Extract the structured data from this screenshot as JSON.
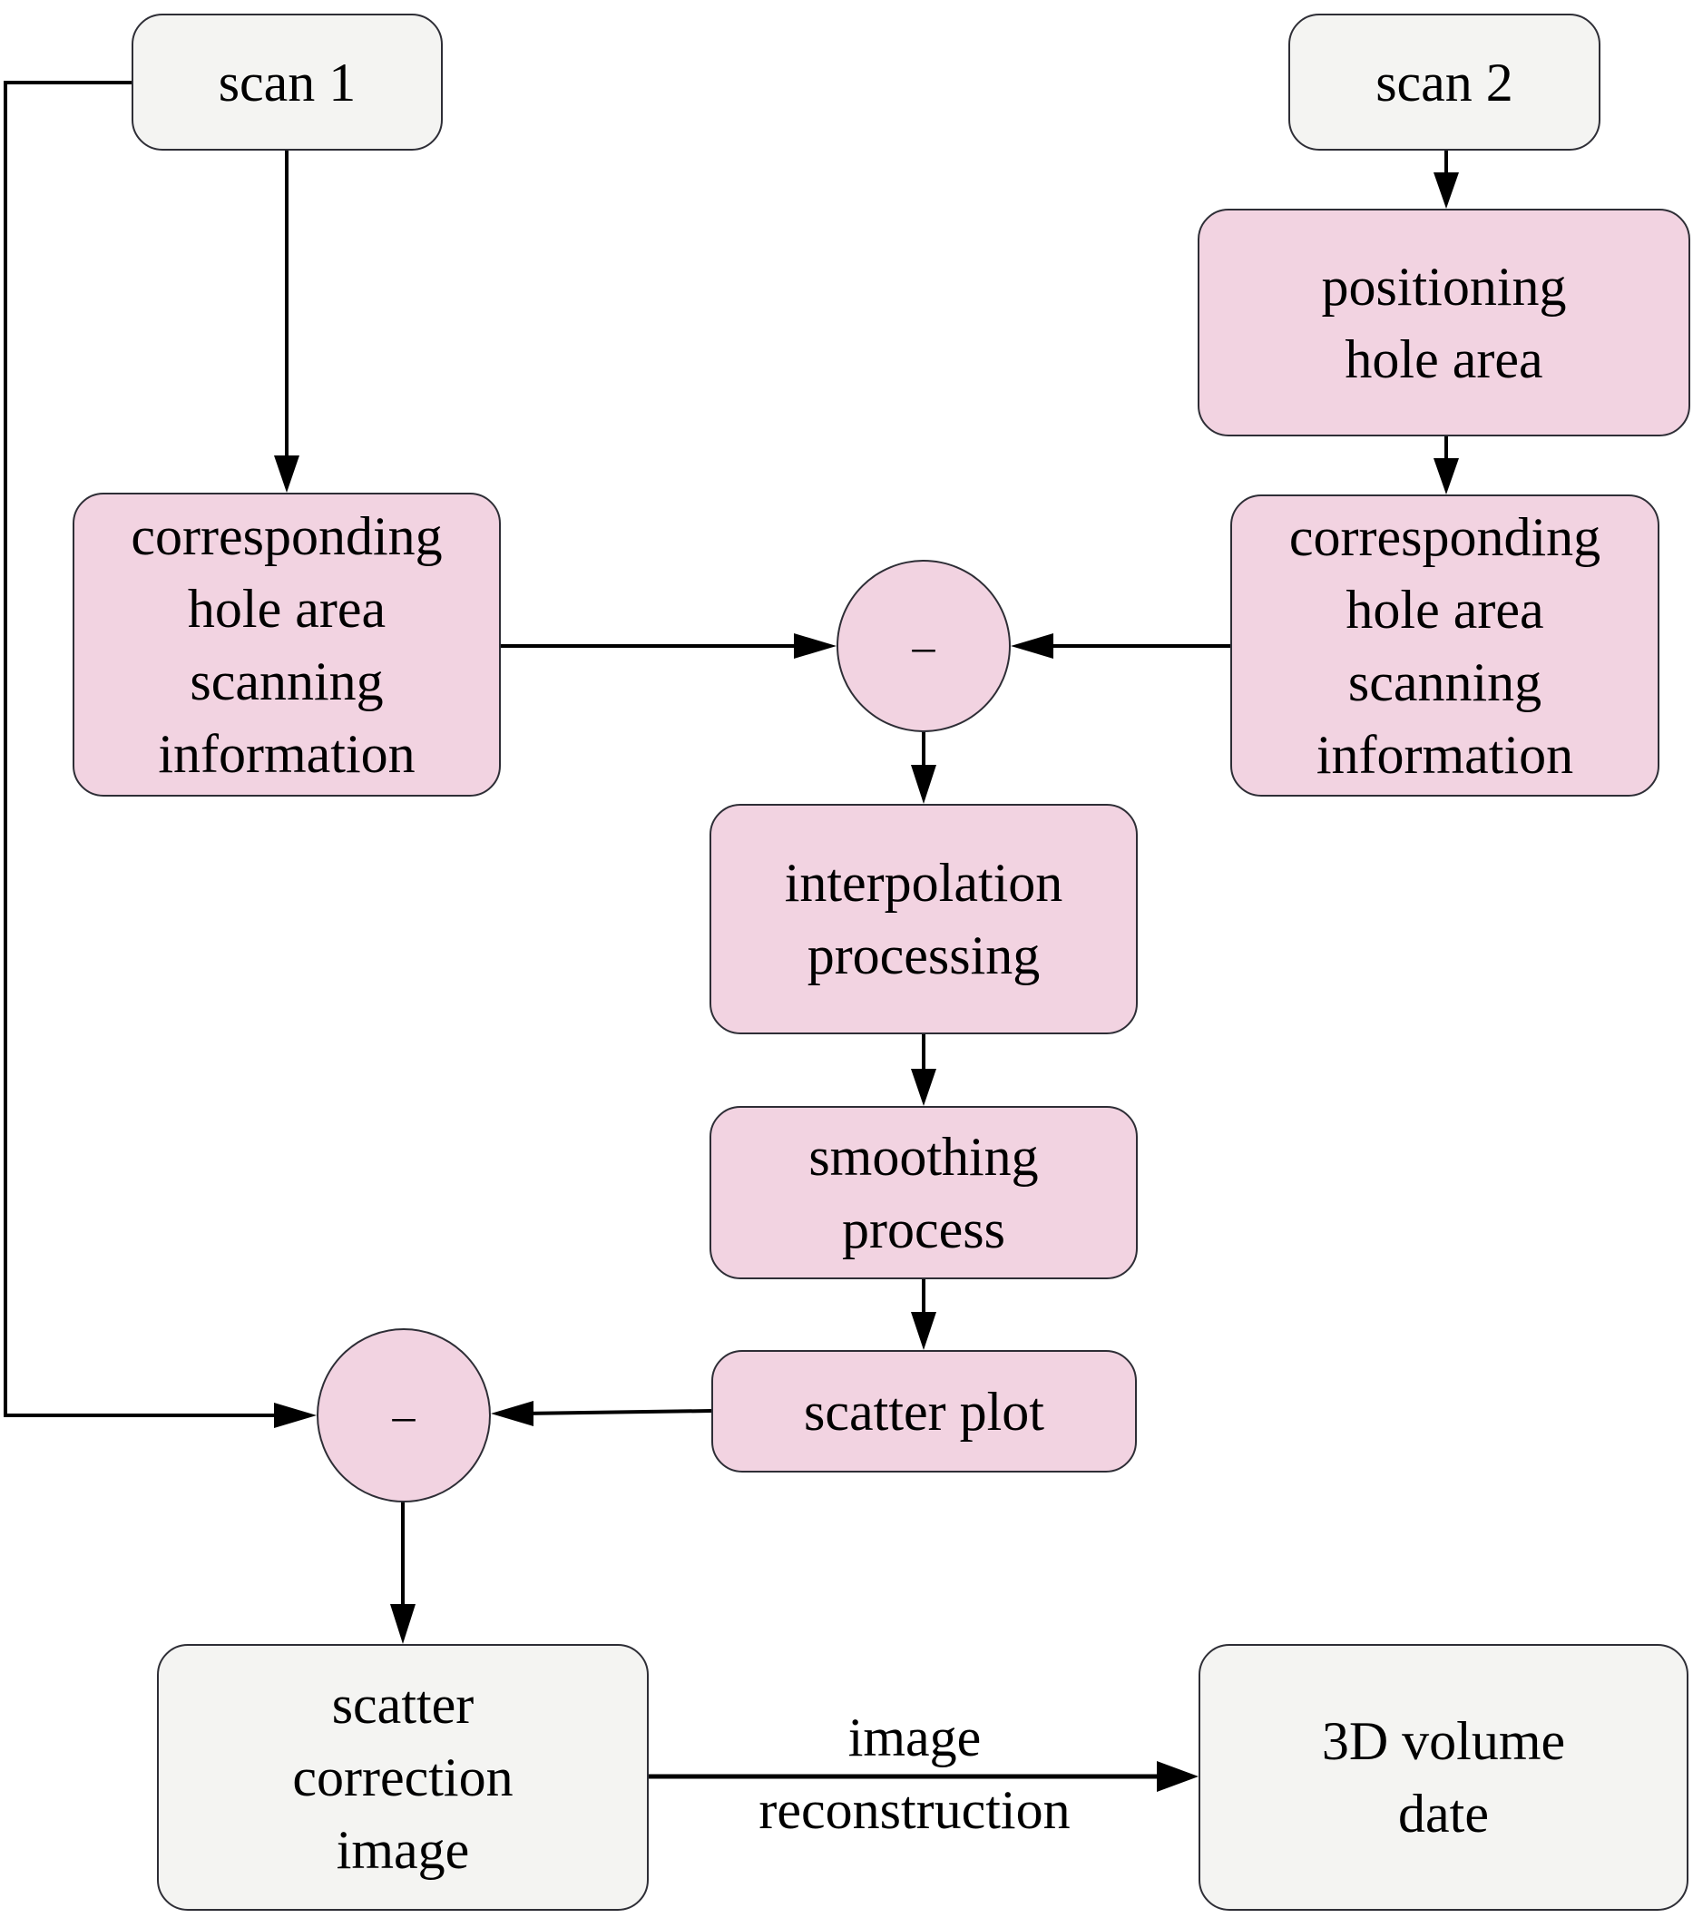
{
  "diagram": {
    "colors": {
      "io_fill": "#f4f4f2",
      "process_fill": "#f2d3e1",
      "stroke": "#2e2e36",
      "arrow": "#000000"
    },
    "nodes": {
      "scan1": "scan 1",
      "scan2": "scan 2",
      "positioning": "positioning\nhole area",
      "left_info": "corresponding\nhole area\nscanning\ninformation",
      "right_info": "corresponding\nhole area\nscanning\ninformation",
      "subtract_top": "–",
      "interpolation": "interpolation\nprocessing",
      "smoothing": "smoothing\nprocess",
      "scatter_plot": "scatter plot",
      "subtract_bottom": "–",
      "scatter_correction": "scatter\ncorrection\nimage",
      "volume": "3D volume\ndate"
    },
    "edge_labels": {
      "reconstruction_line1": "image",
      "reconstruction_line2": "reconstruction"
    },
    "edges": [
      {
        "from": "scan1",
        "to": "left_info"
      },
      {
        "from": "scan1",
        "to": "subtract_bottom"
      },
      {
        "from": "scan2",
        "to": "positioning"
      },
      {
        "from": "positioning",
        "to": "right_info"
      },
      {
        "from": "left_info",
        "to": "subtract_top"
      },
      {
        "from": "right_info",
        "to": "subtract_top"
      },
      {
        "from": "subtract_top",
        "to": "interpolation"
      },
      {
        "from": "interpolation",
        "to": "smoothing"
      },
      {
        "from": "smoothing",
        "to": "scatter_plot"
      },
      {
        "from": "scatter_plot",
        "to": "subtract_bottom"
      },
      {
        "from": "subtract_bottom",
        "to": "scatter_correction"
      },
      {
        "from": "scatter_correction",
        "to": "volume",
        "label": "image reconstruction"
      }
    ]
  }
}
